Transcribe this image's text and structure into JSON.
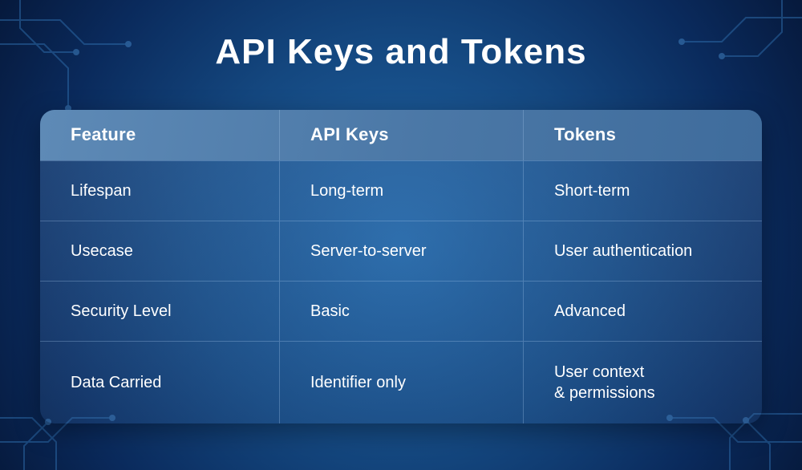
{
  "page": {
    "title": "API Keys and Tokens",
    "colors": {
      "background_dark": "#051534",
      "background_glow": "#2167a8",
      "header_blue": "#4a77a6",
      "divider_blue": "#a5c8eb",
      "text": "#ffffff"
    }
  },
  "table": {
    "headers": [
      "Feature",
      "API Keys",
      "Tokens"
    ],
    "rows": [
      {
        "feature": "Lifespan",
        "api_keys": "Long-term",
        "tokens": "Short-term"
      },
      {
        "feature": "Usecase",
        "api_keys": "Server-to-server",
        "tokens": "User authentication"
      },
      {
        "feature": "Security Level",
        "api_keys": "Basic",
        "tokens": "Advanced"
      },
      {
        "feature": "Data Carried",
        "api_keys": "Identifier only",
        "tokens": "User context\n& permissions"
      }
    ]
  },
  "chart_data": {
    "type": "table",
    "title": "API Keys and Tokens",
    "columns": [
      "Feature",
      "API Keys",
      "Tokens"
    ],
    "rows": [
      [
        "Lifespan",
        "Long-term",
        "Short-term"
      ],
      [
        "Usecase",
        "Server-to-server",
        "User authentication"
      ],
      [
        "Security Level",
        "Basic",
        "Advanced"
      ],
      [
        "Data Carried",
        "Identifier only",
        "User context & permissions"
      ]
    ]
  }
}
